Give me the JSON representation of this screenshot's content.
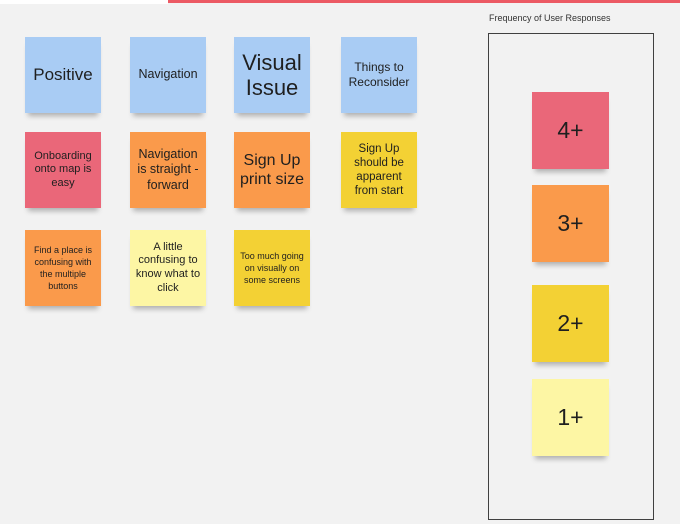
{
  "canvas": {
    "accent_color": "#ec5a64"
  },
  "sticky_notes": {
    "positive": "Positive",
    "navigation": "Navigation",
    "visual_issue": "Visual Issue",
    "things_to_reconsider": "Things to Reconsider",
    "onboarding": "Onboarding onto map is easy",
    "navigation_straight": "Navigation is straight - forward",
    "sign_up_print": "Sign Up print size",
    "sign_up_apparent": "Sign Up should be apparent from start",
    "find_place": "Find a place is confusing with the multiple buttons",
    "little_confusing": "A little confusing to know what to click",
    "too_much": "Too much going on visually on some screens"
  },
  "frequency_panel": {
    "title": "Frequency of User Responses",
    "levels": [
      "4+",
      "3+",
      "2+",
      "1+"
    ]
  },
  "colors": {
    "blue": "#a9ccf4",
    "pink": "#ea6779",
    "orange": "#fa9a4b",
    "yellow": "#f3d134",
    "light_yellow": "#fdf6a4"
  }
}
